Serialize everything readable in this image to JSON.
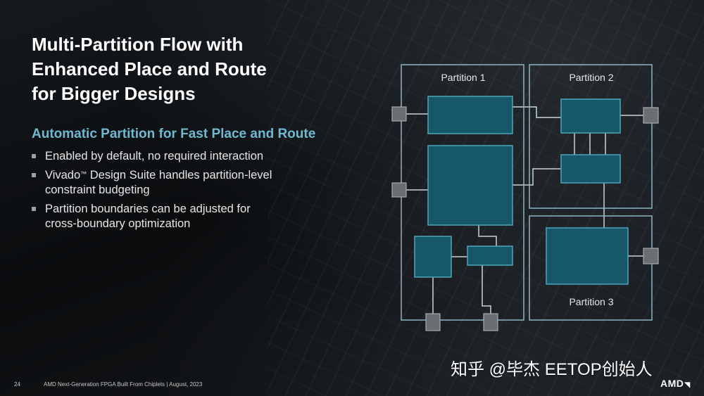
{
  "slide": {
    "title_lines": [
      "Multi-Partition Flow with",
      "Enhanced Place and Route",
      "for Bigger Designs"
    ],
    "subtitle": "Automatic Partition for Fast Place and Route",
    "bullets": [
      {
        "lines": [
          "Enabled by default, no required interaction"
        ]
      },
      {
        "lead": "Vivado",
        "tm": "™",
        "rest": " Design Suite handles partition-level",
        "line2": "constraint budgeting"
      },
      {
        "lines": [
          "Partition boundaries can be adjusted for",
          "cross-boundary optimization"
        ]
      }
    ]
  },
  "diagram": {
    "partitions": [
      "Partition 1",
      "Partition 2",
      "Partition 3"
    ],
    "colors": {
      "partition_border": "#8fb4c4",
      "block_fill": "#165868",
      "block_border": "#4fa6bd",
      "pin_fill": "#6b6e72",
      "pin_border": "#a7aaae",
      "wire": "#c9d4d8"
    }
  },
  "footer": {
    "page_number": "24",
    "text": "AMD Next-Generation FPGA Built From Chiplets  |  August, 2023"
  },
  "watermark": "知乎 @毕杰 EETOP创始人",
  "logo": {
    "text": "AMD",
    "icon": "amd-arrow-icon"
  }
}
